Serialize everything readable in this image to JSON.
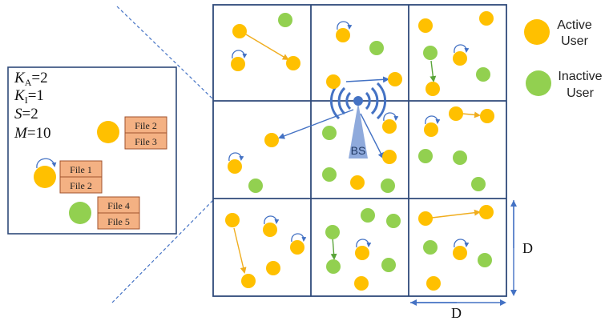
{
  "legend": {
    "active_label_line1": "Active",
    "active_label_line2": "User",
    "inactive_label_line1": "Inactive",
    "inactive_label_line2": "User"
  },
  "inset": {
    "params": [
      {
        "sym": "K",
        "sub": "A",
        "val": "=2"
      },
      {
        "sym": "K",
        "sub": "I",
        "val": "=1"
      },
      {
        "sym": "S",
        "sub": "",
        "val": "=2"
      },
      {
        "sym": "M",
        "sub": "",
        "val": "=10"
      }
    ],
    "user_a_files": [
      "File 2",
      "File 3"
    ],
    "user_b_files": [
      "File 1",
      "File 2"
    ],
    "user_c_files": [
      "File 4",
      "File 5"
    ]
  },
  "base_station_label": "BS",
  "dimension_vertical": "D",
  "dimension_horizontal": "D",
  "colors": {
    "active": "#FFC000",
    "inactive": "#92D050",
    "grid": "#2F4A7A",
    "arrow_blue": "#4472C4",
    "arrow_orange": "#F0AD1E",
    "arrow_green": "#5AA53A",
    "file_fill": "#F4B183",
    "file_stroke": "#A0522D",
    "bs_tower": "#8FAADC"
  },
  "icons": {
    "active_user": "orange-circle",
    "inactive_user": "green-circle",
    "self_loop": "curved-arrow-icon",
    "base_station": "antenna-tower-icon"
  }
}
